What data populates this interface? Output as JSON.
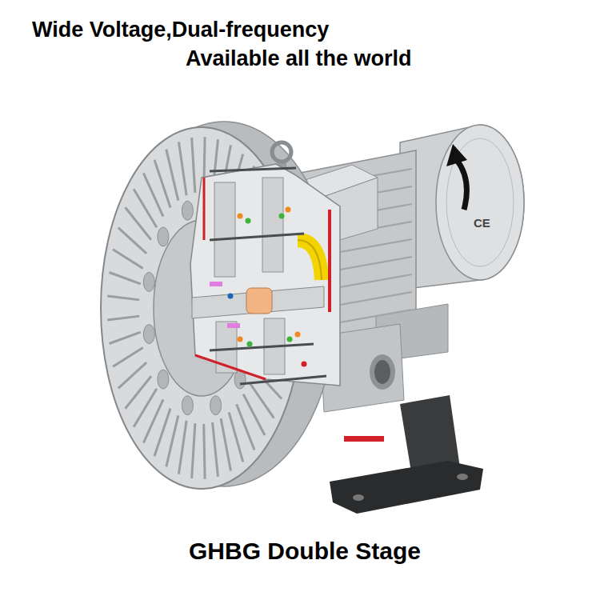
{
  "diagram": {
    "title": "Wide Voltage,Dual-frequency",
    "caption": "GHBG Double Stage",
    "labels": [
      "Available all the world",
      "CE"
    ]
  }
}
